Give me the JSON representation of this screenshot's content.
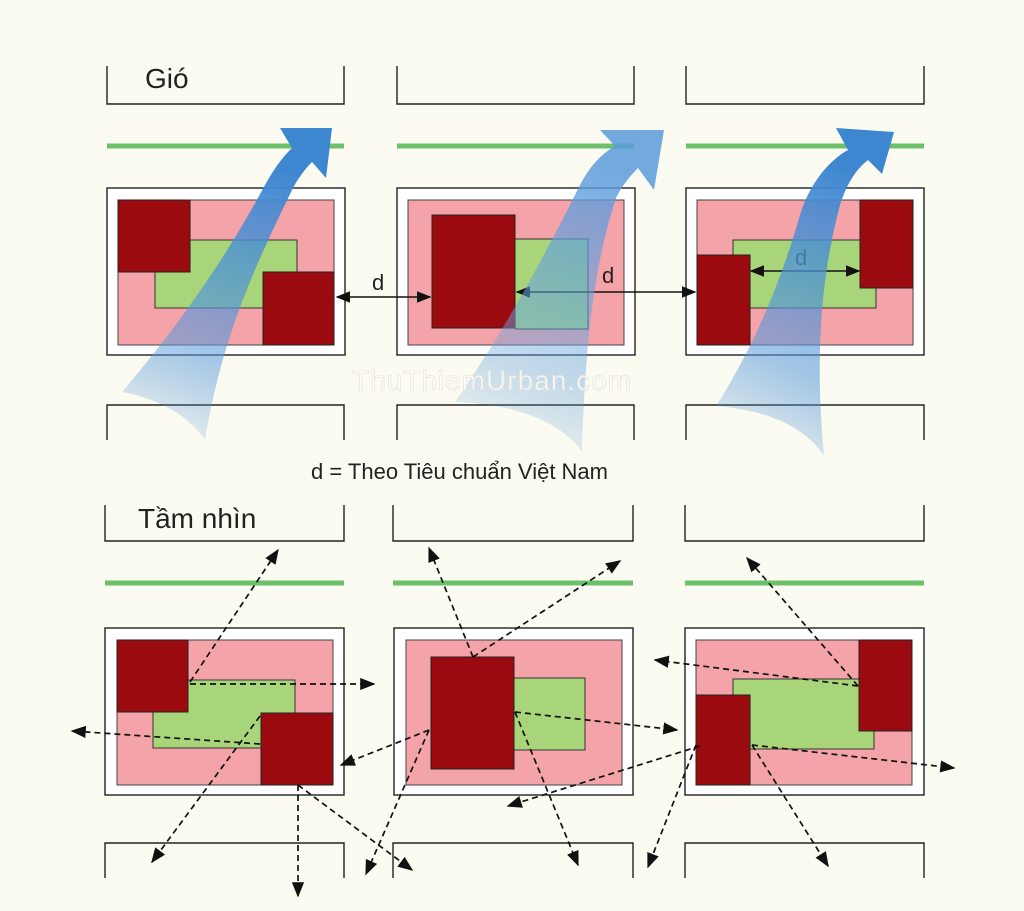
{
  "wind_section": {
    "title": "Gió",
    "distance_label": "d"
  },
  "note": "d = Theo Tiêu chuẩn Việt Nam",
  "view_section": {
    "title": "Tầm nhìn"
  },
  "watermark": "ThuThiemUrban.com",
  "colors": {
    "background": "#fcfbf1",
    "lot_fill": "#f4a3a8",
    "building_fill": "#9a0a0f",
    "courtyard_fill": "#a8d47a",
    "street_green": "#6cc06a",
    "wind_arrow": "#3d86d0",
    "outline": "#222222"
  },
  "icons": [
    "wind-arrow-icon",
    "view-arrow-icon",
    "distance-arrow-icon"
  ]
}
